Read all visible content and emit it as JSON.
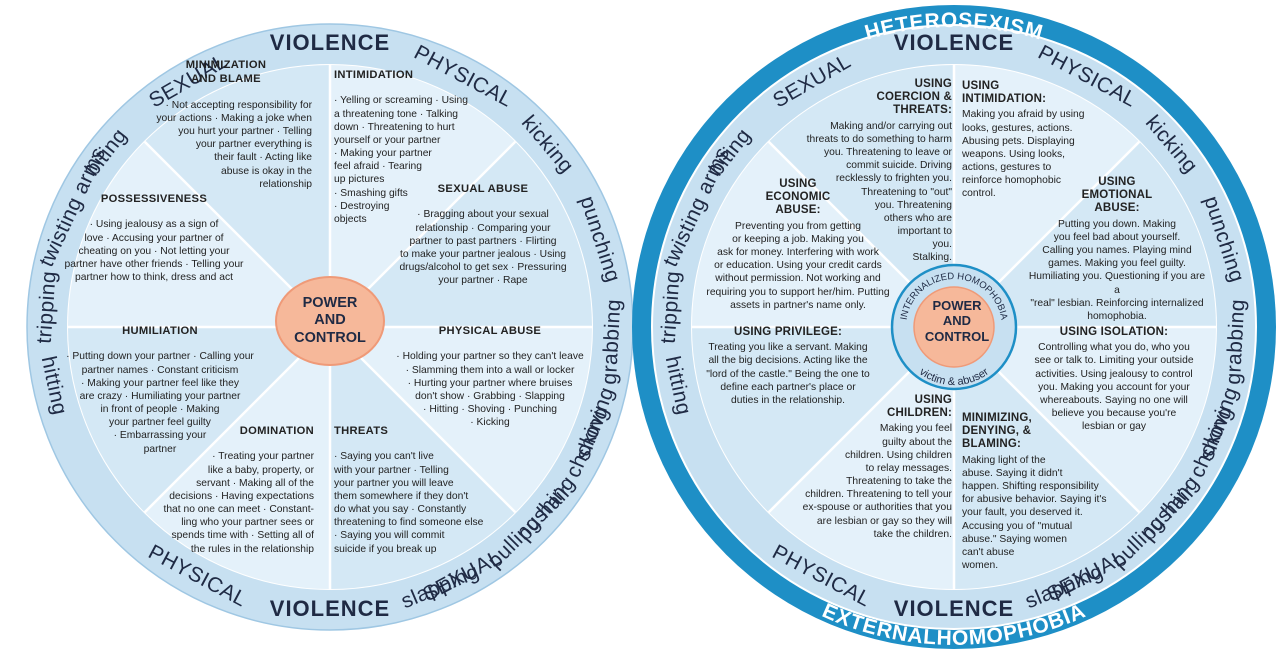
{
  "left_wheel": {
    "rim": {
      "top": [
        "biting",
        "SEXUAL",
        "VIOLENCE",
        "PHYSICAL",
        "kicking"
      ],
      "right": [
        "punching",
        "grabbing",
        "choking",
        "pulling hair",
        "slapping"
      ],
      "bottom": [
        "PHYSICAL",
        "VIOLENCE",
        "SEXUAL",
        "pushing",
        "shoving"
      ],
      "left": [
        "hitting",
        "tripping",
        "twisting arms"
      ]
    },
    "hub": [
      "POWER",
      "AND",
      "CONTROL"
    ],
    "sections": {
      "minimization": {
        "title_lines": [
          "MINIMIZATION",
          "AND BLAME"
        ],
        "lines": [
          "· Not accepting responsibility for",
          "your actions  · Making a joke when",
          "you hurt your partner  · Telling",
          "your partner everything is",
          "their fault  · Acting like",
          "abuse is okay in the",
          "relationship"
        ]
      },
      "intimidation": {
        "title_lines": [
          "INTIMIDATION"
        ],
        "lines": [
          "· Yelling or screaming  · Using",
          "a threatening tone  · Talking",
          "down  · Threatening to hurt",
          "yourself or your partner",
          "· Making your partner",
          "feel afraid  · Tearing",
          "up pictures",
          "· Smashing gifts",
          "· Destroying",
          "objects"
        ]
      },
      "possessiveness": {
        "title_lines": [
          "POSSESSIVENESS"
        ],
        "lines": [
          "· Using jealousy as a sign of",
          "love  · Accusing your partner of",
          "cheating on you  · Not letting your",
          "partner have other friends  · Telling your",
          "partner how to think, dress and act"
        ]
      },
      "sexual_abuse": {
        "title_lines": [
          "SEXUAL ABUSE"
        ],
        "lines": [
          "· Bragging about your sexual",
          "relationship  · Comparing your",
          "partner to past partners  · Flirting",
          "to make your partner jealous  · Using",
          "drugs/alcohol to get sex  · Pressuring",
          "your partner  · Rape"
        ]
      },
      "humiliation": {
        "title_lines": [
          "HUMILIATION"
        ],
        "lines": [
          "· Putting down your partner  · Calling your",
          "partner names  · Constant criticism",
          "· Making your partner feel like they",
          "are crazy  · Humiliating your partner",
          "in front of people  · Making",
          "your partner feel guilty",
          "· Embarrassing your",
          "partner"
        ]
      },
      "physical_abuse": {
        "title_lines": [
          "PHYSICAL ABUSE"
        ],
        "lines": [
          "· Holding your partner so they can't leave",
          "· Slamming them into a wall or locker",
          "· Hurting your partner where bruises",
          "don't show  · Grabbing  · Slapping",
          "· Hitting  · Shoving  · Punching",
          "· Kicking"
        ]
      },
      "domination": {
        "title_lines": [
          "DOMINATION"
        ],
        "lines": [
          "· Treating your partner",
          "like a baby, property, or",
          "servant  · Making all of the",
          "decisions  · Having expectations",
          "that no one can meet  · Constant-",
          "ling who your partner sees or",
          "spends time with  · Setting all of",
          "the rules in the relationship"
        ]
      },
      "threats": {
        "title_lines": [
          "THREATS"
        ],
        "lines": [
          "· Saying you can't live",
          "with your partner  · Telling",
          "your partner you will leave",
          "them somewhere if they don't",
          "do what you say  · Constantly",
          "threatening to find someone else",
          "· Saying you will commit",
          "suicide if you break up"
        ]
      }
    }
  },
  "right_wheel": {
    "outer_top": "HETEROSEXISM",
    "outer_bottom": "EXTERNALHOMOPHOBIA",
    "rim": {
      "top": [
        "biting",
        "SEXUAL",
        "VIOLENCE",
        "PHYSICAL",
        "kicking"
      ],
      "right": [
        "punching",
        "grabbing",
        "choking",
        "pulling hair",
        "slapping"
      ],
      "bottom": [
        "PHYSICAL",
        "VIOLENCE",
        "SEXUAL",
        "pushing",
        "shoving"
      ],
      "left": [
        "hitting",
        "tripping",
        "twisting arms"
      ]
    },
    "hub": [
      "POWER",
      "AND",
      "CONTROL"
    ],
    "hub_ring_top": "INTERNALIZED HOMOPHOBIA",
    "hub_ring_bottom": "victim & abuser",
    "sections": {
      "coercion": {
        "title_lines": [
          "USING",
          "COERCION &",
          "THREATS:"
        ],
        "lines": [
          "Making and/or carrying out",
          "threats to do something to harm",
          "you. Threatening to leave or",
          "commit suicide. Driving",
          "recklessly to frighten you.",
          "Threatening to \"out\"",
          "you. Threatening",
          "others who are",
          "important to",
          "you.",
          "Stalking."
        ]
      },
      "intimidation": {
        "title_lines": [
          "USING",
          "INTIMIDATION:"
        ],
        "lines": [
          "Making you afraid by using",
          "looks, gestures, actions.",
          "Abusing pets. Displaying",
          "weapons. Using looks,",
          "actions, gestures to",
          "reinforce homophobic",
          "control."
        ]
      },
      "economic": {
        "title_lines": [
          "USING",
          "ECONOMIC",
          "ABUSE:"
        ],
        "lines": [
          "Preventing you from getting",
          "or keeping a job. Making you",
          "ask for money. Interfering with work",
          "or education. Using your credit cards",
          "without permission. Not working and",
          "requiring you to support her/him. Putting",
          "assets in partner's name only."
        ]
      },
      "emotional": {
        "title_lines": [
          "USING",
          "EMOTIONAL",
          "ABUSE:"
        ],
        "lines": [
          "Putting you down. Making",
          "you feel bad about yourself.",
          "Calling you names. Playing mind",
          "games. Making you feel guilty.",
          "Humiliating you. Questioning if you are a",
          "\"real\" lesbian. Reinforcing internalized",
          "homophobia."
        ]
      },
      "privilege": {
        "title_lines": [
          "USING PRIVILEGE:"
        ],
        "lines": [
          "Treating you like a servant. Making",
          "all the big decisions. Acting like the",
          "\"lord of the castle.\" Being the one to",
          "define each partner's place or",
          "duties in the relationship."
        ]
      },
      "isolation": {
        "title_lines": [
          "USING ISOLATION:"
        ],
        "lines": [
          "Controlling what you do, who you",
          "see or talk to. Limiting your outside",
          "activities. Using jealousy to control",
          "you. Making you account for your",
          "whereabouts. Saying no one will",
          "believe you because you're",
          "lesbian or gay"
        ]
      },
      "children": {
        "title_lines": [
          "USING",
          "CHILDREN:"
        ],
        "lines": [
          "Making you feel",
          "guilty about the",
          "children. Using children",
          "to relay messages.",
          "Threatening to take the",
          "children. Threatening to tell your",
          "ex-spouse or authorities that you",
          "are lesbian or gay so they will",
          "take the children."
        ]
      },
      "minimizing": {
        "title_lines": [
          "MINIMIZING,",
          "DENYING, &",
          "BLAMING:"
        ],
        "lines": [
          "Making light of the",
          "abuse. Saying it didn't",
          "happen. Shifting responsibility",
          "for abusive behavior. Saying it's",
          "your fault, you deserved it.",
          "Accusing you of \"mutual",
          "abuse.\" Saying women",
          "can't abuse",
          "women."
        ]
      }
    }
  },
  "colors": {
    "rim_light": "#c7e0f1",
    "segment_light": "#e4f1fa",
    "segment_alt": "#d4e8f5",
    "outer_ring": "#1e8fc6",
    "hub_fill": "#f6b89a",
    "text_dark": "#1f2a44"
  }
}
